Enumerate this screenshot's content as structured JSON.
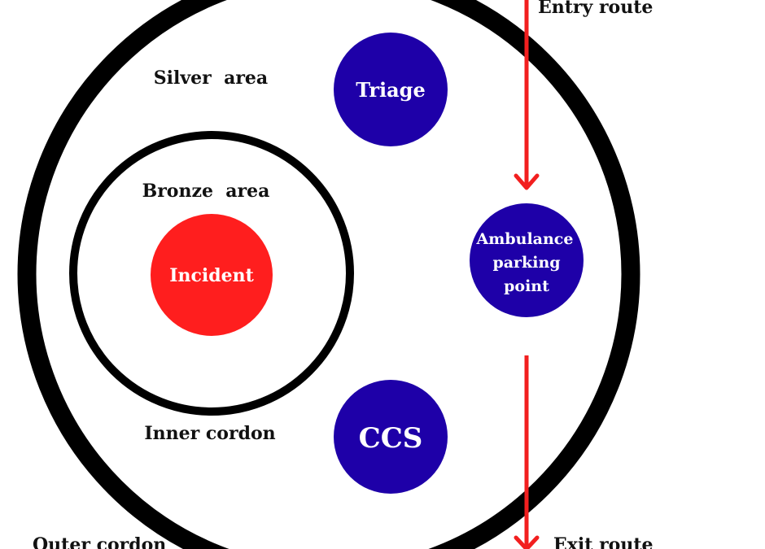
{
  "labels": {
    "silver_area": "Silver  area",
    "bronze_area": "Bronze  area",
    "inner_cordon": "Inner cordon",
    "outer_cordon": "Outer cordon",
    "entry_route": "Entry route",
    "exit_route": "Exit route"
  },
  "nodes": {
    "triage": "Triage",
    "incident": "Incident",
    "ambulance_line1": "Ambulance",
    "ambulance_line2": "parking",
    "ambulance_line3": "point",
    "ccs": "CCS"
  },
  "colors": {
    "cordon": "#000000",
    "node_blue": "#1e00a8",
    "incident_red": "#ff1e1e",
    "route_red": "#f21f1f",
    "node_text": "#ffffff"
  }
}
